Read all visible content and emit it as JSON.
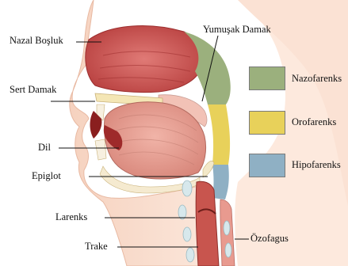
{
  "labels": {
    "nazal_bosluk": "Nazal Boşluk",
    "yumusak_damak": "Yumuşak Damak",
    "sert_damak": "Sert Damak",
    "dil": "Dil",
    "epiglot": "Epiglot",
    "larenks": "Larenks",
    "trake": "Trake",
    "ozofagus": "Özofagus"
  },
  "legend": [
    {
      "label": "Nazofarenks",
      "color": "#9bb07d"
    },
    {
      "label": "Orofarenks",
      "color": "#e8d15a"
    },
    {
      "label": "Hipofarenks",
      "color": "#8fb0c4"
    }
  ]
}
